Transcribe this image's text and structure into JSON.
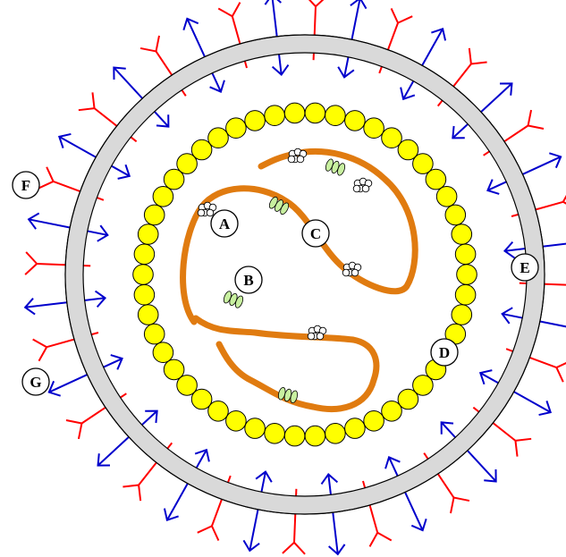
{
  "colors": {
    "background": "#ffffff",
    "envelope_fill": "#d9d9d9",
    "envelope_stroke": "#000000",
    "capsomere_fill": "#ffff00",
    "capsomere_stroke": "#000000",
    "rna_strand": "#e07b10",
    "spike_red": "#ff0000",
    "spike_blue": "#0000cc",
    "green_protein": "#c8f0a0",
    "white_protein": "#ffffff"
  },
  "components": [
    {
      "id": "envelope",
      "icon": "lipid-envelope"
    },
    {
      "id": "capsid",
      "icon": "capsomere-ring"
    },
    {
      "id": "genome",
      "icon": "rna-strand"
    },
    {
      "id": "hemagglutinin",
      "icon": "red-y-spike"
    },
    {
      "id": "neuraminidase",
      "icon": "blue-arrow-spike"
    },
    {
      "id": "green_proteins",
      "icon": "green-oval-cluster"
    },
    {
      "id": "white_proteins",
      "icon": "white-bead-cluster"
    }
  ],
  "labels": [
    {
      "id": "A",
      "text": "A"
    },
    {
      "id": "B",
      "text": "B"
    },
    {
      "id": "C",
      "text": "C"
    },
    {
      "id": "D",
      "text": "D"
    },
    {
      "id": "E",
      "text": "E"
    },
    {
      "id": "F",
      "text": "F"
    },
    {
      "id": "G",
      "text": "G"
    }
  ]
}
